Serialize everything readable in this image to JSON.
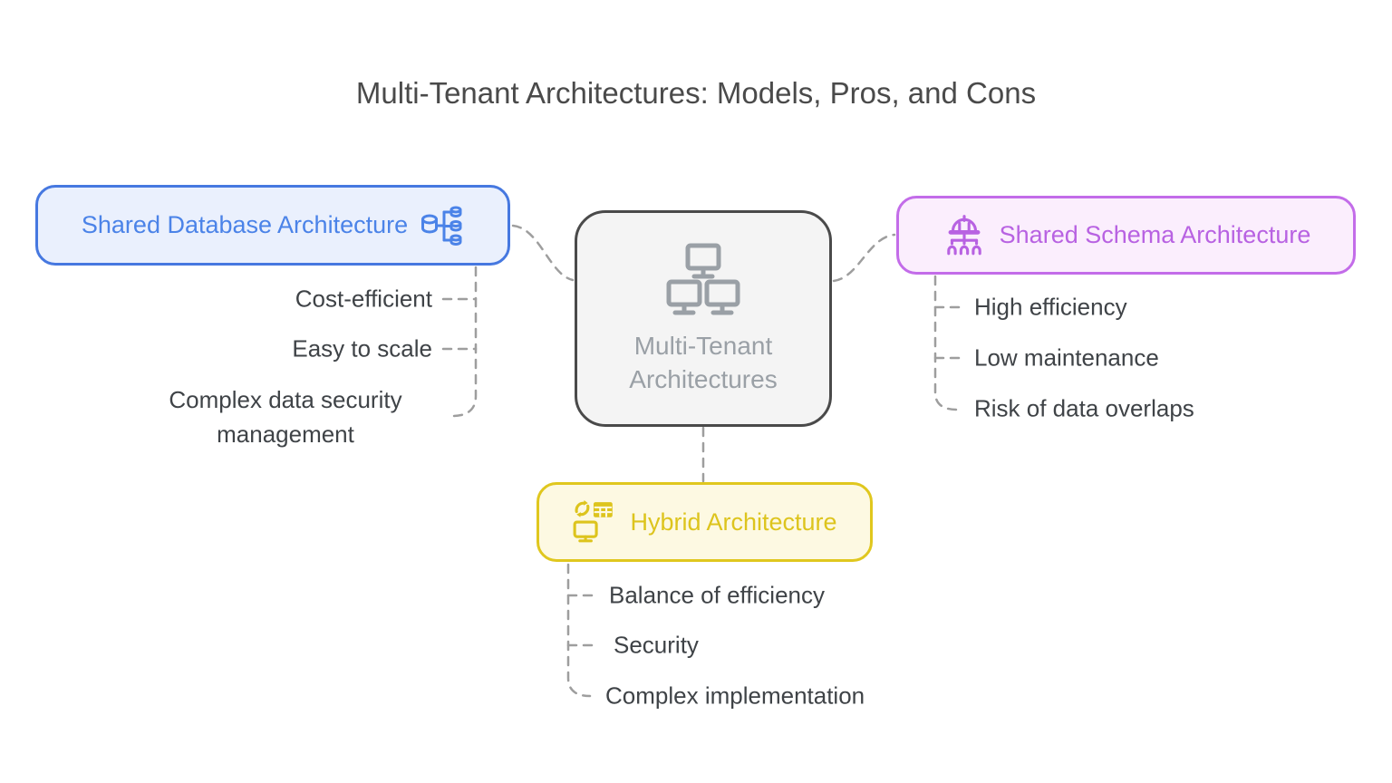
{
  "title": "Multi-Tenant Architectures: Models, Pros, and Cons",
  "center_node": {
    "label_line1": "Multi-Tenant",
    "label_line2": "Architectures",
    "icon": "network-computers-icon",
    "fill_color": "#f4f4f4",
    "border_color": "#4a4a4a",
    "text_color": "#9aa0a6"
  },
  "branches": {
    "shared_database": {
      "label": "Shared Database Architecture",
      "icon": "sharded-database-icon",
      "accent_color": "#4b83e8",
      "fill_color": "#eaf0fd",
      "items": [
        "Cost-efficient",
        "Easy to scale",
        "Complex data security management"
      ]
    },
    "shared_schema": {
      "label": "Shared Schema Architecture",
      "icon": "schema-hierarchy-icon",
      "accent_color": "#b862e2",
      "fill_color": "#fbeefd",
      "items": [
        "High efficiency",
        "Low maintenance",
        "Risk of data overlaps"
      ]
    },
    "hybrid": {
      "label": "Hybrid Architecture",
      "icon": "sync-table-monitor-icon",
      "accent_color": "#ddc41d",
      "fill_color": "#fdf9e2",
      "items": [
        "Balance of efficiency",
        "Security",
        "Complex implementation"
      ]
    }
  },
  "connector_color": "#9e9e9e",
  "title_color": "#4a4a4a",
  "item_text_color": "#3f4347"
}
